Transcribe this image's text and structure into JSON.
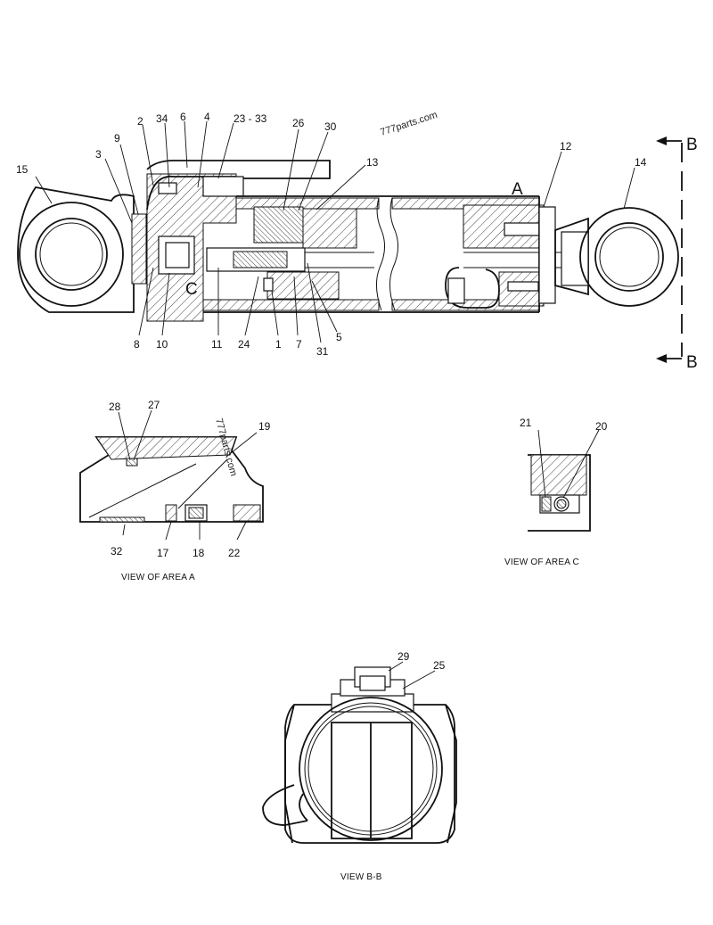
{
  "watermark": "777parts.com",
  "section_marker": "B",
  "area_labels": {
    "a": "A",
    "c": "C"
  },
  "main_view_callouts": [
    "2",
    "34",
    "6",
    "4",
    "23 - 33",
    "26",
    "30",
    "13",
    "9",
    "3",
    "15",
    "12",
    "14",
    "8",
    "10",
    "11",
    "24",
    "1",
    "7",
    "31",
    "5"
  ],
  "area_a": {
    "caption": "VIEW OF AREA A",
    "callouts": [
      "28",
      "27",
      "19",
      "32",
      "17",
      "18",
      "22"
    ]
  },
  "area_c": {
    "caption": "VIEW OF AREA C",
    "callouts": [
      "21",
      "20"
    ]
  },
  "view_bb": {
    "caption": "VIEW B-B",
    "callouts": [
      "29",
      "25"
    ]
  }
}
